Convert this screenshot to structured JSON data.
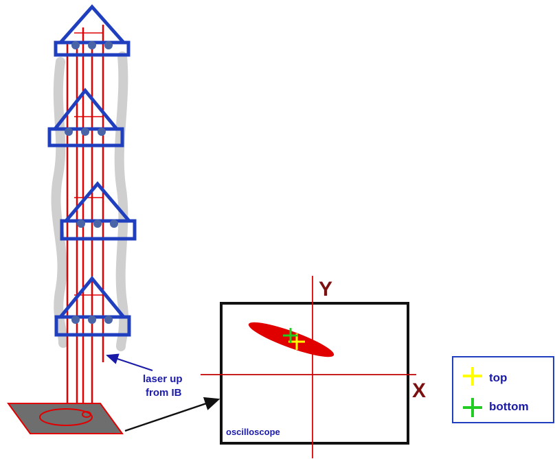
{
  "axes": {
    "x_label": "X",
    "y_label": "Y"
  },
  "annotations": {
    "laser_line1": "laser up",
    "laser_line2": "from IB",
    "scope_label": "oscilloscope"
  },
  "legend": {
    "items": [
      {
        "label": "top",
        "color": "#ffff00"
      },
      {
        "label": "bottom",
        "color": "#22cc22"
      }
    ]
  },
  "colors": {
    "prism_outline": "#1f3fbf",
    "laser_beam": "#e00000",
    "spot": "#e00000",
    "support": "#cfcfcf",
    "axis_x": "#c00000",
    "axis_y_label": "#7a1010",
    "plate": "#6e6e6e",
    "annotation_text": "#1a1aa8"
  }
}
